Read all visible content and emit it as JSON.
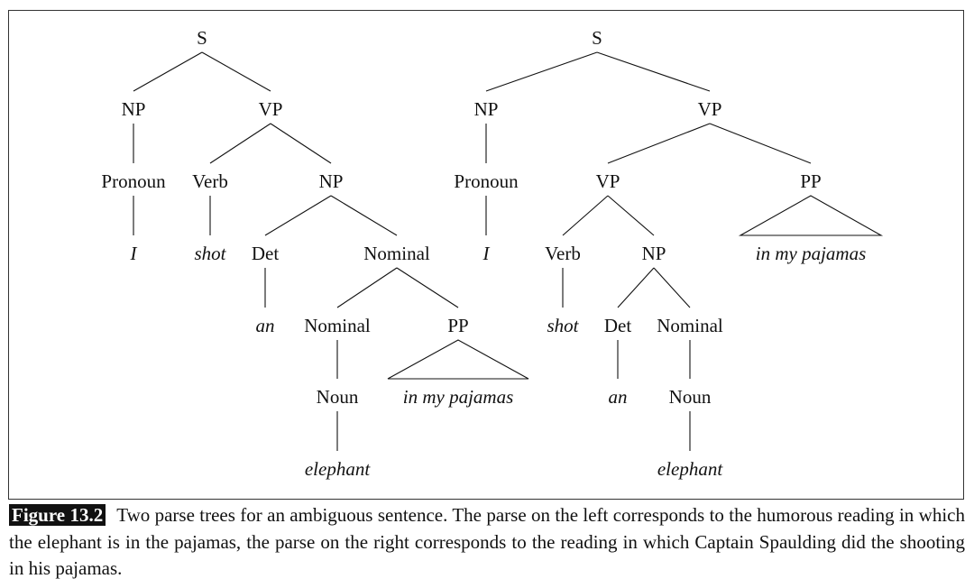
{
  "figure": {
    "label": "Figure 13.2",
    "caption": "Two parse trees for an ambiguous sentence. The parse on the left corresponds to the humorous reading in which the elephant is in the pajamas, the parse on the right corresponds to the reading in which Captain Spaulding did the shooting in his pajamas."
  },
  "trees": {
    "left": {
      "nodes": [
        {
          "id": "S",
          "label": "S",
          "word": false
        },
        {
          "id": "NP1",
          "label": "NP",
          "word": false
        },
        {
          "id": "VP1",
          "label": "VP",
          "word": false
        },
        {
          "id": "PRON",
          "label": "Pronoun",
          "word": false
        },
        {
          "id": "I",
          "label": "I",
          "word": true
        },
        {
          "id": "VERB",
          "label": "Verb",
          "word": false
        },
        {
          "id": "SHOT",
          "label": "shot",
          "word": true
        },
        {
          "id": "NP2",
          "label": "NP",
          "word": false
        },
        {
          "id": "DET",
          "label": "Det",
          "word": false
        },
        {
          "id": "AN",
          "label": "an",
          "word": true
        },
        {
          "id": "NOM1",
          "label": "Nominal",
          "word": false
        },
        {
          "id": "NOM2",
          "label": "Nominal",
          "word": false
        },
        {
          "id": "NOUN",
          "label": "Noun",
          "word": false
        },
        {
          "id": "ELE",
          "label": "elephant",
          "word": true
        },
        {
          "id": "PP",
          "label": "PP",
          "word": false
        },
        {
          "id": "PAJ",
          "label": "in my pajamas",
          "word": true
        }
      ],
      "edges": [
        [
          "S",
          "NP1"
        ],
        [
          "S",
          "VP1"
        ],
        [
          "NP1",
          "PRON"
        ],
        [
          "PRON",
          "I"
        ],
        [
          "VP1",
          "VERB"
        ],
        [
          "VP1",
          "NP2"
        ],
        [
          "VERB",
          "SHOT"
        ],
        [
          "NP2",
          "DET"
        ],
        [
          "NP2",
          "NOM1"
        ],
        [
          "DET",
          "AN"
        ],
        [
          "NOM1",
          "NOM2"
        ],
        [
          "NOM1",
          "PP"
        ],
        [
          "NOM2",
          "NOUN"
        ],
        [
          "NOUN",
          "ELE"
        ]
      ],
      "triangles": [
        [
          "PP",
          "PAJ"
        ]
      ]
    },
    "right": {
      "nodes": [
        {
          "id": "S",
          "label": "S",
          "word": false
        },
        {
          "id": "NP1",
          "label": "NP",
          "word": false
        },
        {
          "id": "VP1",
          "label": "VP",
          "word": false
        },
        {
          "id": "PRON",
          "label": "Pronoun",
          "word": false
        },
        {
          "id": "I",
          "label": "I",
          "word": true
        },
        {
          "id": "VP2",
          "label": "VP",
          "word": false
        },
        {
          "id": "PP",
          "label": "PP",
          "word": false
        },
        {
          "id": "PAJ",
          "label": "in my pajamas",
          "word": true
        },
        {
          "id": "VERB",
          "label": "Verb",
          "word": false
        },
        {
          "id": "SHOT",
          "label": "shot",
          "word": true
        },
        {
          "id": "NP2",
          "label": "NP",
          "word": false
        },
        {
          "id": "DET",
          "label": "Det",
          "word": false
        },
        {
          "id": "AN",
          "label": "an",
          "word": true
        },
        {
          "id": "NOM",
          "label": "Nominal",
          "word": false
        },
        {
          "id": "NOUN",
          "label": "Noun",
          "word": false
        },
        {
          "id": "ELE",
          "label": "elephant",
          "word": true
        }
      ],
      "edges": [
        [
          "S",
          "NP1"
        ],
        [
          "S",
          "VP1"
        ],
        [
          "NP1",
          "PRON"
        ],
        [
          "PRON",
          "I"
        ],
        [
          "VP1",
          "VP2"
        ],
        [
          "VP1",
          "PP"
        ],
        [
          "VP2",
          "VERB"
        ],
        [
          "VP2",
          "NP2"
        ],
        [
          "VERB",
          "SHOT"
        ],
        [
          "NP2",
          "DET"
        ],
        [
          "NP2",
          "NOM"
        ],
        [
          "DET",
          "AN"
        ],
        [
          "NOM",
          "NOUN"
        ],
        [
          "NOUN",
          "ELE"
        ]
      ],
      "triangles": [
        [
          "PP",
          "PAJ"
        ]
      ]
    }
  }
}
